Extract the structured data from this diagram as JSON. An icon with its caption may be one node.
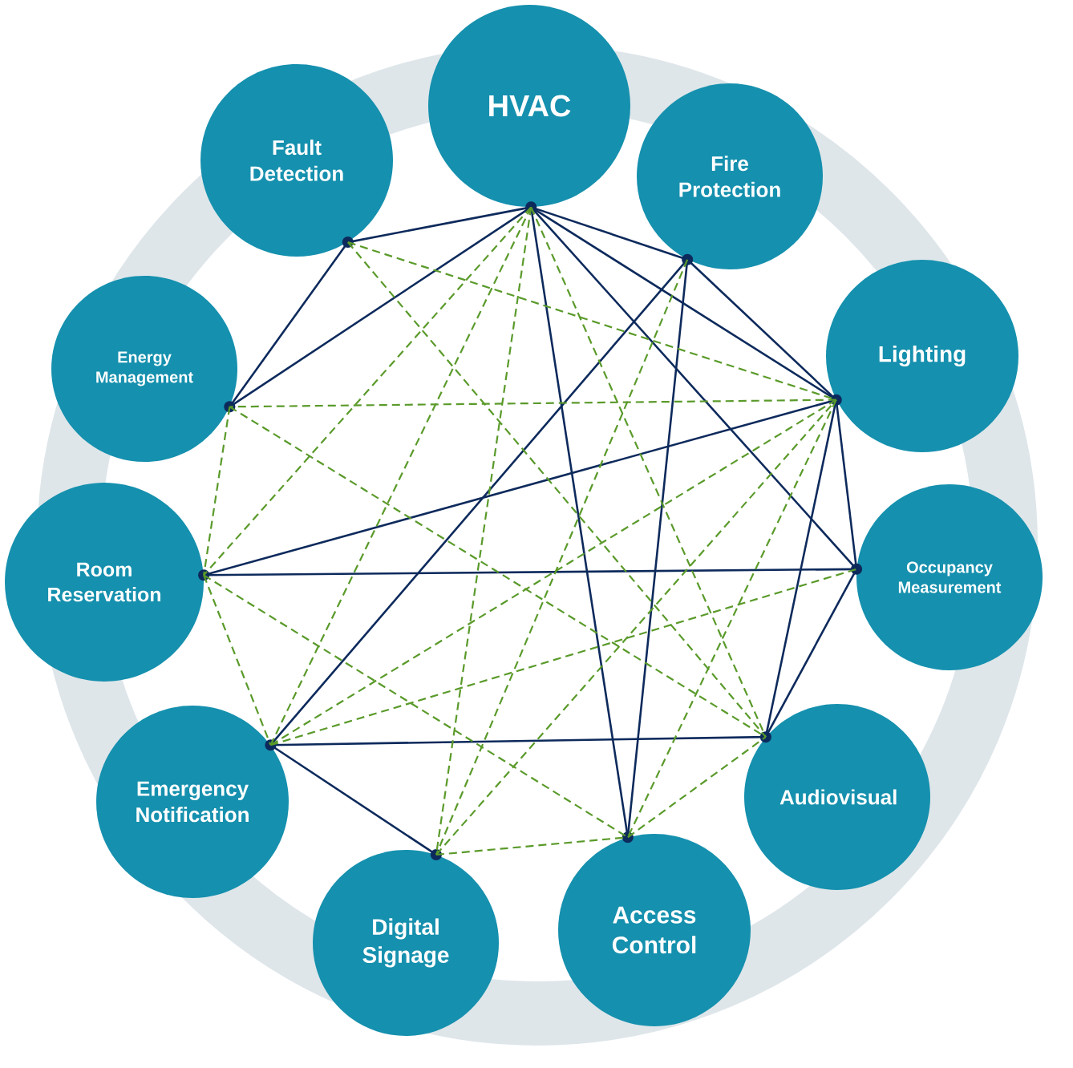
{
  "diagram": {
    "nodes": [
      {
        "text": [
          "HVAC"
        ]
      },
      {
        "text": [
          "Fire Protection"
        ]
      },
      {
        "text": [
          "Lighting"
        ]
      },
      {
        "text": [
          "Occupancy Measurement"
        ]
      },
      {
        "text": [
          "Audiovisual"
        ]
      },
      {
        "text": [
          "Access Control"
        ]
      },
      {
        "text": [
          "Digital Signage"
        ]
      },
      {
        "text": [
          "Emergency Notification"
        ]
      },
      {
        "text": [
          "Room Reservation"
        ]
      },
      {
        "text": [
          "Energy Management"
        ]
      },
      {
        "text": [
          "Fault Detection"
        ]
      }
    ],
    "edges": [
      {
        "from": 0,
        "to": 10,
        "arrow": "none",
        "color": "#0d2a5c"
      },
      {
        "from": 0,
        "to": 9,
        "arrow": "none",
        "color": "#0d2a5c"
      },
      {
        "from": 0,
        "to": 1,
        "arrow": "none",
        "color": "#0d2a5c"
      },
      {
        "from": 0,
        "to": 2,
        "arrow": "none",
        "color": "#0d2a5c"
      },
      {
        "from": 0,
        "to": 3,
        "arrow": "none",
        "color": "#0d2a5c"
      },
      {
        "from": 0,
        "to": 5,
        "arrow": "none",
        "color": "#0d2a5c"
      },
      {
        "from": 10,
        "to": 9,
        "arrow": "none",
        "color": "#0d2a5c"
      },
      {
        "from": 1,
        "to": 2,
        "arrow": "none",
        "color": "#0d2a5c"
      },
      {
        "from": 1,
        "to": 7,
        "arrow": "none",
        "color": "#0d2a5c"
      },
      {
        "from": 1,
        "to": 5,
        "arrow": "none",
        "color": "#0d2a5c"
      },
      {
        "from": 2,
        "to": 8,
        "arrow": "none",
        "color": "#0d2a5c"
      },
      {
        "from": 2,
        "to": 3,
        "arrow": "none",
        "color": "#0d2a5c"
      },
      {
        "from": 2,
        "to": 4,
        "arrow": "none",
        "color": "#0d2a5c"
      },
      {
        "from": 3,
        "to": 8,
        "arrow": "none",
        "color": "#0d2a5c"
      },
      {
        "from": 3,
        "to": 4,
        "arrow": "none",
        "color": "#0d2a5c"
      },
      {
        "from": 4,
        "to": 7,
        "arrow": "none",
        "color": "#0d2a5c"
      },
      {
        "from": 7,
        "to": 6,
        "arrow": "none",
        "color": "#0d2a5c"
      },
      {
        "from": 10,
        "to": 2,
        "arrow": "none",
        "style": "dashed",
        "color": "#5a9a2a"
      },
      {
        "from": 10,
        "to": 4,
        "arrow": "none",
        "style": "dashed",
        "color": "#5a9a2a"
      },
      {
        "from": 0,
        "to": 8,
        "arrow": "none",
        "style": "dashed",
        "color": "#5a9a2a"
      },
      {
        "from": 0,
        "to": 7,
        "arrow": "none",
        "style": "dashed",
        "color": "#5a9a2a"
      },
      {
        "from": 0,
        "to": 6,
        "arrow": "none",
        "style": "dashed",
        "color": "#5a9a2a"
      },
      {
        "from": 0,
        "to": 4,
        "arrow": "none",
        "style": "dashed",
        "color": "#5a9a2a"
      },
      {
        "from": 1,
        "to": 6,
        "arrow": "none",
        "style": "dashed",
        "color": "#5a9a2a"
      },
      {
        "from": 2,
        "to": 9,
        "arrow": "none",
        "style": "dashed",
        "color": "#5a9a2a"
      },
      {
        "from": 2,
        "to": 7,
        "arrow": "none",
        "style": "dashed",
        "color": "#5a9a2a"
      },
      {
        "from": 2,
        "to": 5,
        "arrow": "none",
        "style": "dashed",
        "color": "#5a9a2a"
      },
      {
        "from": 9,
        "to": 8,
        "arrow": "none",
        "style": "dashed",
        "color": "#5a9a2a"
      },
      {
        "from": 9,
        "to": 4,
        "arrow": "none",
        "style": "dashed",
        "color": "#5a9a2a"
      },
      {
        "from": 8,
        "to": 7,
        "arrow": "none",
        "style": "dashed",
        "color": "#5a9a2a"
      },
      {
        "from": 8,
        "to": 5,
        "arrow": "none",
        "style": "dashed",
        "color": "#5a9a2a"
      },
      {
        "from": 6,
        "to": 5,
        "arrow": "none",
        "style": "dashed",
        "color": "#5a9a2a"
      },
      {
        "from": 7,
        "to": 3,
        "arrow": "none",
        "style": "dashed",
        "color": "#5a9a2a"
      },
      {
        "from": 5,
        "to": 4,
        "arrow": "none",
        "style": "dashed",
        "color": "#5a9a2a"
      },
      {
        "from": 6,
        "to": 2,
        "arrow": "none",
        "style": "dashed",
        "color": "#5a9a2a"
      }
    ]
  }
}
